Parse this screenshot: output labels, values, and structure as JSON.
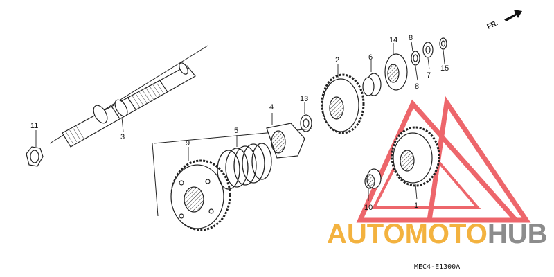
{
  "diagram": {
    "labels": [
      {
        "id": "1",
        "text": "1"
      },
      {
        "id": "2",
        "text": "2"
      },
      {
        "id": "3",
        "text": "3"
      },
      {
        "id": "4",
        "text": "4"
      },
      {
        "id": "5",
        "text": "5"
      },
      {
        "id": "6",
        "text": "6"
      },
      {
        "id": "7",
        "text": "7"
      },
      {
        "id": "8a",
        "text": "8"
      },
      {
        "id": "8b",
        "text": "8"
      },
      {
        "id": "9",
        "text": "9"
      },
      {
        "id": "10",
        "text": "10"
      },
      {
        "id": "11",
        "text": "11"
      },
      {
        "id": "13",
        "text": "13"
      },
      {
        "id": "14",
        "text": "14"
      },
      {
        "id": "15",
        "text": "15"
      }
    ],
    "direction_label": "FR.",
    "diagram_code": "MEC4-E1300A"
  },
  "watermark": {
    "text_auto": "AUTO",
    "text_moto": "MOTO",
    "text_hub": "HUB",
    "colors": {
      "auto": "#f3b23f",
      "moto": "#f3b23f",
      "hub": "#8c8c8c",
      "triangle": "#e8333a"
    }
  }
}
